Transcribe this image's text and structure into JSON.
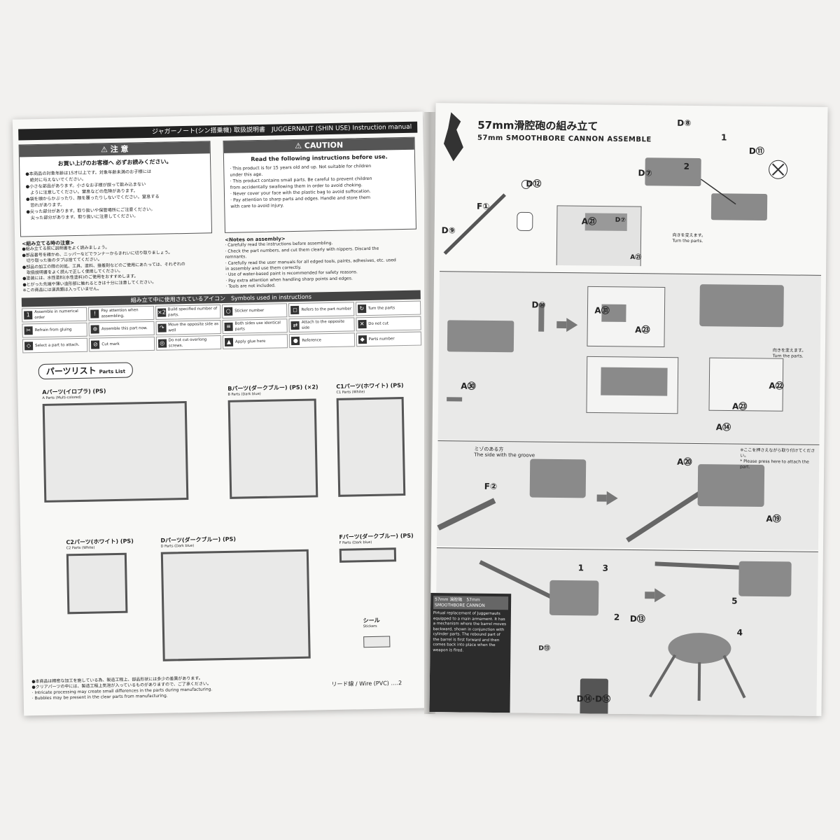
{
  "left_page": {
    "header": "ジャガーノート(シン搭乗機) 取扱説明書　JUGGERNAUT (SHIN USE) Instruction manual",
    "caution_jp": {
      "title": "⚠ 注 意",
      "subtitle": "お買い上げのお客様へ 必ずお読みください。",
      "lines": [
        "●本商品の対象年齢は15才以上です。対象年齢未満のお子様には",
        "　絶対に与えないでください。",
        "●小さな部品があります。小さなお子様が誤って飲み込まない",
        "　ように注意してください。窒息などの危険があります。",
        "●袋を頭からかぶったり、顔を覆ったりしないでください。窒息する",
        "　恐れがあります。",
        "●尖った部分があります。取り扱いや保管場所にご注意ください。",
        "　尖った部分があります。取り扱いに注意してください。"
      ]
    },
    "caution_en": {
      "title": "⚠ CAUTION",
      "subtitle": "Read the following instructions before use.",
      "lines": [
        "· This product is for 15 years old and up. Not suitable for children",
        "  under this age.",
        "· This product contains small parts. Be careful to prevent children",
        "  from accidentally swallowing them in order to avoid choking.",
        "· Never cover your face with the plastic bag to avoid suffocation.",
        "· Pay attention to sharp parts and edges. Handle and store them",
        "  with care to avoid injury."
      ]
    },
    "notes_jp": {
      "title": "<組み立てる時の注意>",
      "lines": [
        "●組み立てる前に説明書をよく読みましょう。",
        "●部品番号を確かめ、ニッパーなどでランナーからきれいに切り取りましょう。",
        "　切り取った後のタブは捨ててください。",
        "●部品の加工の際の対処、工具、塗料、接着剤などのご使用にあたっては、それぞれの",
        "　取扱説明書をよく読んで正しく使用してください。",
        "●塗装には、水性塗料(水性塗料)のご使用をおすすめします。",
        "●とがった先端や薄い造形部に触れるときは十分に注意してください。",
        "※この商品には道具類は入っていません。"
      ]
    },
    "notes_en": {
      "title": "<Notes on assembly>",
      "lines": [
        "· Carefully read the instructions before assembling.",
        "· Check the part numbers, and cut them clearly with nippers. Discard the",
        "  remnants.",
        "· Carefully read the user manuals for all edged tools, paints, adhesives, etc. used",
        "  in assembly and use them correctly.",
        "· Use of water-based paint is recommended for safety reasons.",
        "· Pay extra attention when handling sharp points and edges.",
        "· Tools are not included."
      ]
    },
    "symbols_header": "組み立て中に使用されているアイコン　Symbols used in instructions",
    "symbols": [
      {
        "glyph": "1",
        "text": "Assemble in numerical order"
      },
      {
        "glyph": "!",
        "text": "Pay attention when assembling."
      },
      {
        "glyph": "×2",
        "text": "Build specified number of parts."
      },
      {
        "glyph": "○",
        "text": "Sticker number"
      },
      {
        "glyph": "◻",
        "text": "Refers to the part number"
      },
      {
        "glyph": "↻",
        "text": "Turn the parts"
      },
      {
        "glyph": "✂",
        "text": "Refrain from gluing"
      },
      {
        "glyph": "⊕",
        "text": "Assemble this part now."
      },
      {
        "glyph": "↷",
        "text": "Move the opposite side as well"
      },
      {
        "glyph": "≡",
        "text": "Both sides use identical parts"
      },
      {
        "glyph": "⇄",
        "text": "Attach to the opposite side"
      },
      {
        "glyph": "✕",
        "text": "Do not cut"
      },
      {
        "glyph": "◇",
        "text": "Select a part to attach."
      },
      {
        "glyph": "⊘",
        "text": "Cut mark"
      },
      {
        "glyph": "◎",
        "text": "Do not cut overlong screws."
      },
      {
        "glyph": "▲",
        "text": "Apply glue here"
      },
      {
        "glyph": "●",
        "text": "Reference"
      },
      {
        "glyph": "◆",
        "text": "Parts number"
      }
    ],
    "parts_list_title": "パーツリスト",
    "parts_list_en": "Parts List",
    "runners": [
      {
        "label": "Aパーツ(イロプラ)",
        "sub": "A Parts (Multi-colored)",
        "tag": "(PS)"
      },
      {
        "label": "Bパーツ(ダークブルー)",
        "sub": "B Parts (Dark blue)",
        "tag": "(PS) (×2)"
      },
      {
        "label": "C1パーツ(ホワイト)",
        "sub": "C1 Parts (White)",
        "tag": "(PS)"
      },
      {
        "label": "C2パーツ(ホワイト)",
        "sub": "C2 Parts (White)",
        "tag": "(PS)"
      },
      {
        "label": "Dパーツ(ダークブルー)",
        "sub": "D Parts (Dark blue)",
        "tag": "(PS)"
      },
      {
        "label": "Fパーツ(ダークブルー)",
        "sub": "F Parts (Dark blue)",
        "tag": "(PS)"
      }
    ],
    "stickers_label": "シール",
    "stickers_sub": "Stickers",
    "footer_notes": [
      "●本商品は精密な加工を施している為、製造工程上、部品形状には多少の差異があります。",
      "●クリアパーツの中には、製造工程上気泡が入っているものがありますので、ご了承ください。",
      "· Intricate processing may create small differences in the parts during manufacturing.",
      "· Bubbles may be present in the clear parts from manufacturing."
    ],
    "footer_right": "リード線 / Wire (PVC) ‥‥2"
  },
  "right_page": {
    "title_jp": "57mm滑腔砲の組み立て",
    "title_en": "57mm SMOOTHBORE CANNON ASSEMBLE",
    "labels": {
      "d8": "D⑧",
      "d11": "D⑪",
      "d12": "D⑫",
      "d7": "D⑦",
      "d7b": "D⑦",
      "a21": "A㉑",
      "a21b": "A㉑",
      "f1": "F①",
      "d9": "D⑨",
      "d10": "D⑩",
      "a31": "A㉛",
      "a23": "A㉓",
      "a30": "A㉚",
      "a22": "A㉒",
      "a23b": "A㉓",
      "a14": "A⑭",
      "f2": "F②",
      "a20": "A⑳",
      "a19": "A⑲",
      "d13": "D⑬",
      "d13b": "D⑬",
      "d14": "D⑭·D⑮"
    },
    "turn_parts": "向きを変えます。",
    "turn_parts_en": "Turn the parts.",
    "groove_jp": "ミゾのある方",
    "groove_en": "The side with the groove",
    "press_jp": "※ここを押さえながら取り付けてください。",
    "press_en": "* Please press here to attach the part.",
    "info_title": "57mm 滑腔砲　57mm SMOOTHBORE CANNON",
    "info_text": "Pirtual replacement of Juggernauts equipped to a main armament. It has a mechanism where the barrel moves backward, shown in conjunction with cylinder parts. The rebound part of the barrel is first forward and then comes back into place when the weapon is fired.",
    "step_numbers": [
      "1",
      "2",
      "1",
      "3",
      "2",
      "5",
      "4"
    ]
  }
}
